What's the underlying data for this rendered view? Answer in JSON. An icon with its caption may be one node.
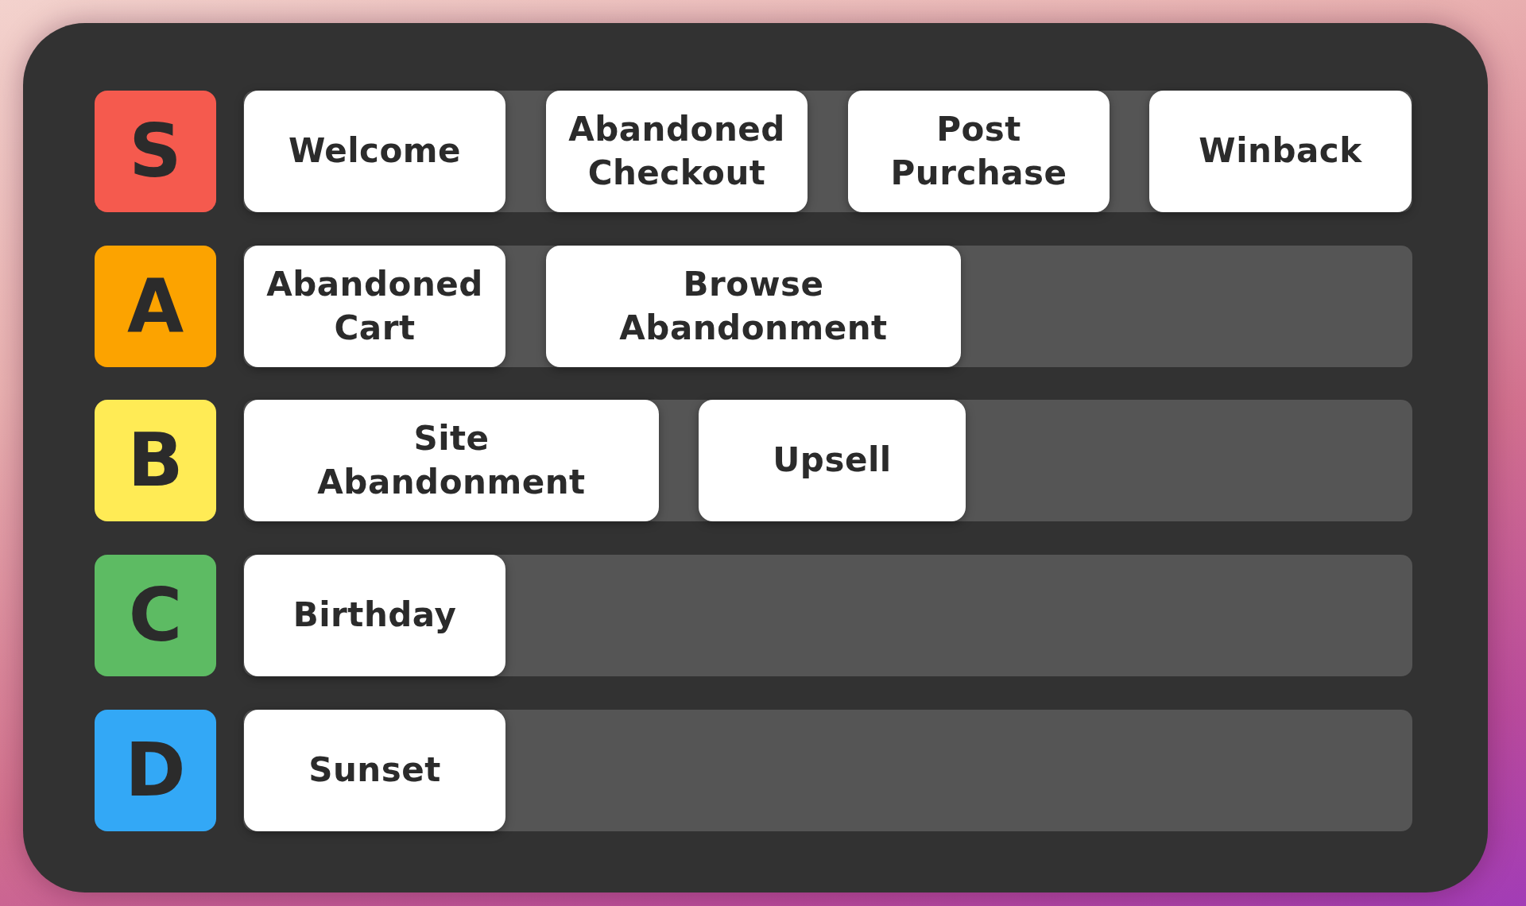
{
  "diagram": {
    "nodes": [
      {
        "text": [],
        "shape": "box"
      },
      {
        "text": [
          "S"
        ],
        "in": 0
      },
      {
        "text": [],
        "shape": "bar",
        "in": 0
      },
      {
        "text": [
          "Welcome"
        ],
        "in": 2
      },
      {
        "text": [
          "Abandoned Checkout"
        ],
        "in": 2
      },
      {
        "text": [
          "Post Purchase"
        ],
        "in": 2
      },
      {
        "text": [
          "Winback"
        ],
        "in": 2
      },
      {
        "text": [
          "A"
        ],
        "in": 0
      },
      {
        "text": [],
        "shape": "bar",
        "in": 0
      },
      {
        "text": [
          "Abandoned Cart"
        ],
        "in": 8
      },
      {
        "text": [
          "Browse Abandonment"
        ],
        "in": 8
      },
      {
        "text": [
          "B"
        ],
        "in": 0
      },
      {
        "text": [],
        "shape": "bar",
        "in": 0
      },
      {
        "text": [
          "Site Abandonment"
        ],
        "in": 12
      },
      {
        "text": [
          "Upsell"
        ],
        "in": 12
      },
      {
        "text": [
          "C"
        ],
        "in": 0
      },
      {
        "text": [],
        "shape": "bar",
        "in": 0
      },
      {
        "text": [
          "Birthday"
        ],
        "in": 16
      },
      {
        "text": [
          "D"
        ],
        "in": 0
      },
      {
        "text": [],
        "shape": "bar",
        "in": 0
      },
      {
        "text": [
          "Sunset"
        ],
        "in": 19
      }
    ],
    "edges": []
  }
}
